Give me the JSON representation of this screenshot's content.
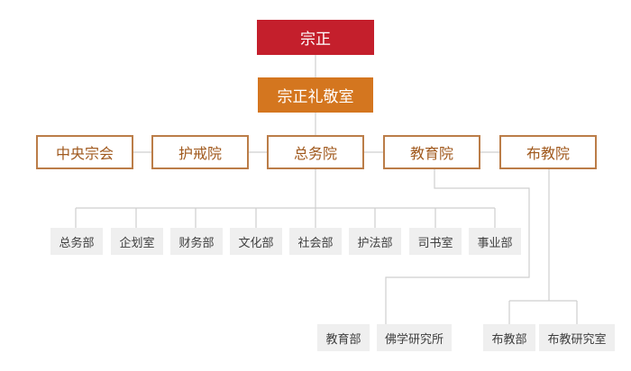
{
  "colors": {
    "top": "#c41f2c",
    "office": "#d4761f",
    "dept_border": "#bb7d48",
    "dept_text": "#a0591d",
    "sub_bg": "#efefef",
    "line": "#cfcfcf"
  },
  "root": {
    "label": "宗正"
  },
  "office": {
    "label": "宗正礼敬室"
  },
  "departments": [
    {
      "label": "中央宗会"
    },
    {
      "label": "护戒院"
    },
    {
      "label": "总务院"
    },
    {
      "label": "教育院"
    },
    {
      "label": "布教院"
    }
  ],
  "zongwu_units": [
    {
      "label": "总务部"
    },
    {
      "label": "企划室"
    },
    {
      "label": "财务部"
    },
    {
      "label": "文化部"
    },
    {
      "label": "社会部"
    },
    {
      "label": "护法部"
    },
    {
      "label": "司书室"
    },
    {
      "label": "事业部"
    }
  ],
  "education_units": [
    {
      "label": "教育部"
    },
    {
      "label": "佛学研究所"
    }
  ],
  "preaching_units": [
    {
      "label": "布教部"
    },
    {
      "label": "布教研究室"
    }
  ]
}
